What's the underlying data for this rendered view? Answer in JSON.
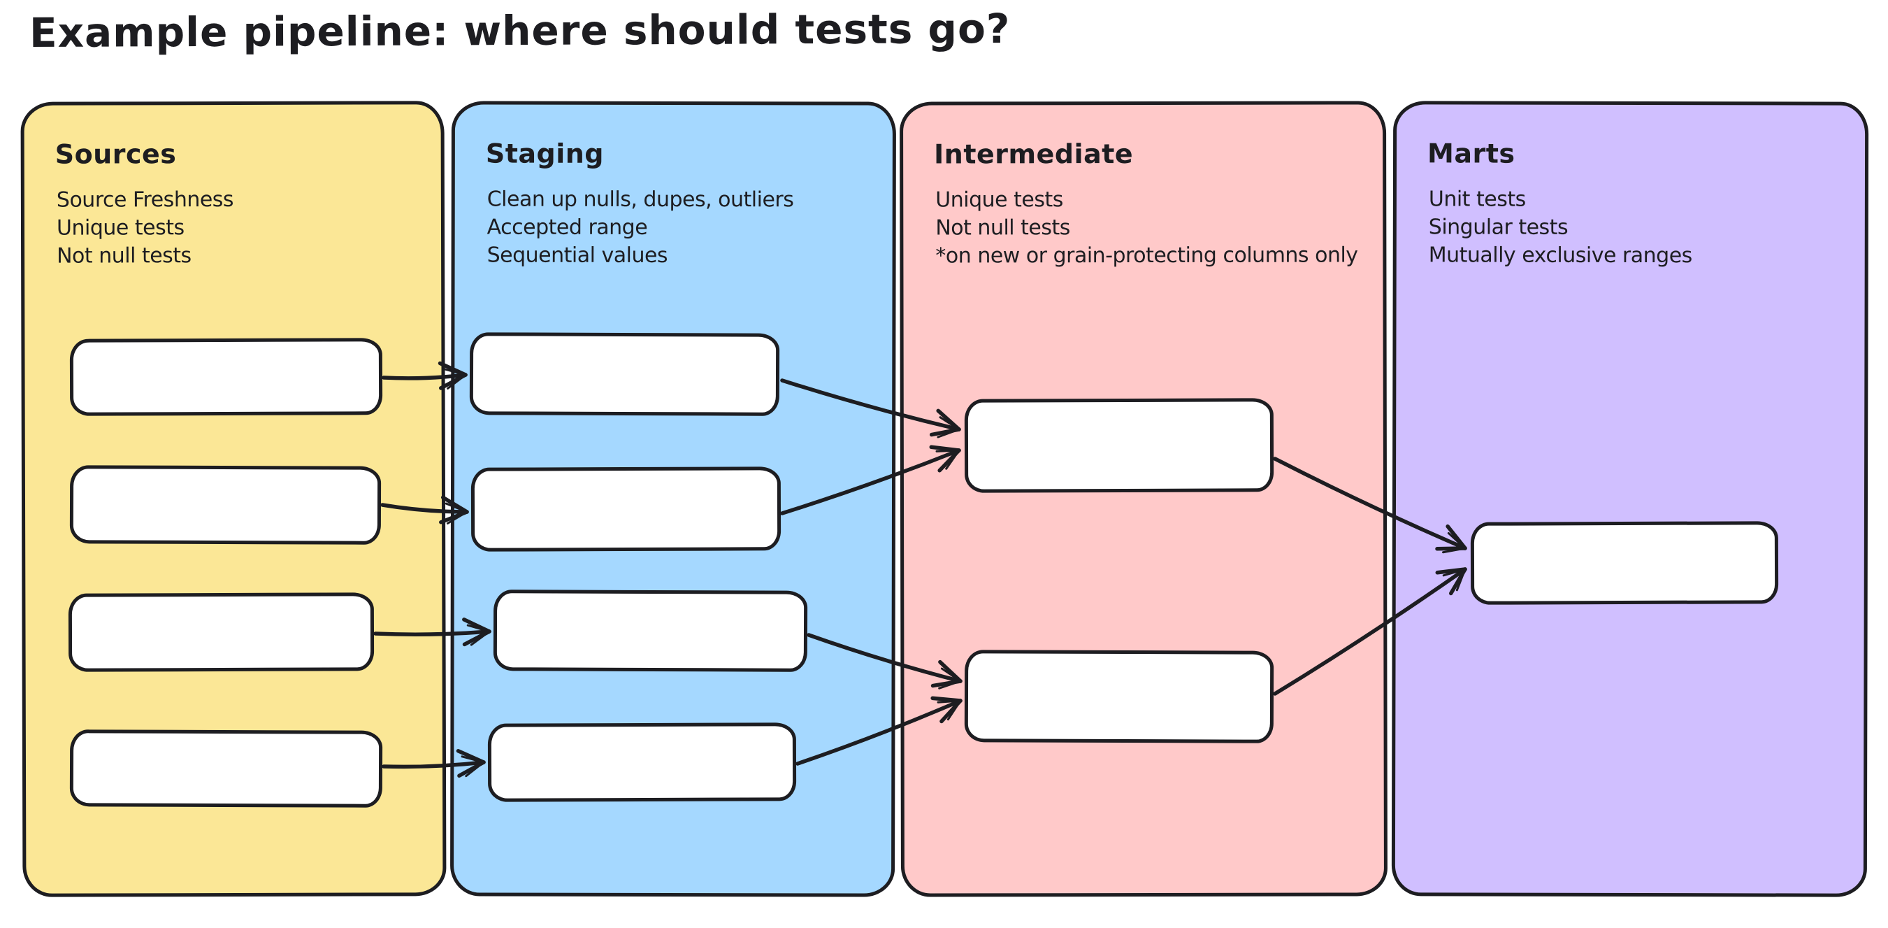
{
  "title": "Example pipeline: where should tests go?",
  "palette": {
    "ink": "#1d1d21",
    "node_fill": "#ffffff",
    "canvas": "#ffffff"
  },
  "columns": [
    {
      "id": "sources",
      "label": "Sources",
      "fill": "#FBE796",
      "notes": [
        "Source Freshness",
        "Unique tests",
        "Not null tests"
      ],
      "nodes": [
        "s1",
        "s2",
        "s3",
        "s4"
      ]
    },
    {
      "id": "staging",
      "label": "Staging",
      "fill": "#A5D8FF",
      "notes": [
        "Clean up nulls, dupes, outliers",
        "Accepted range",
        "Sequential values"
      ],
      "nodes": [
        "t1",
        "t2",
        "t3",
        "t4"
      ]
    },
    {
      "id": "intermediate",
      "label": "Intermediate",
      "fill": "#FFC9C9",
      "notes": [
        "Unique tests",
        "Not null tests",
        "*on new or grain-protecting columns only"
      ],
      "nodes": [
        "i1",
        "i2"
      ]
    },
    {
      "id": "marts",
      "label": "Marts",
      "fill": "#D0BFFF",
      "notes": [
        "Unit tests",
        "Singular tests",
        "Mutually exclusive ranges"
      ],
      "nodes": [
        "m1"
      ]
    }
  ],
  "edges": [
    {
      "from": "s1",
      "to": "t1"
    },
    {
      "from": "s2",
      "to": "t2"
    },
    {
      "from": "s3",
      "to": "t3"
    },
    {
      "from": "s4",
      "to": "t4"
    },
    {
      "from": "t1",
      "to": "i1"
    },
    {
      "from": "t2",
      "to": "i1"
    },
    {
      "from": "t3",
      "to": "i2"
    },
    {
      "from": "t4",
      "to": "i2"
    },
    {
      "from": "i1",
      "to": "m1"
    },
    {
      "from": "i2",
      "to": "m1"
    }
  ]
}
